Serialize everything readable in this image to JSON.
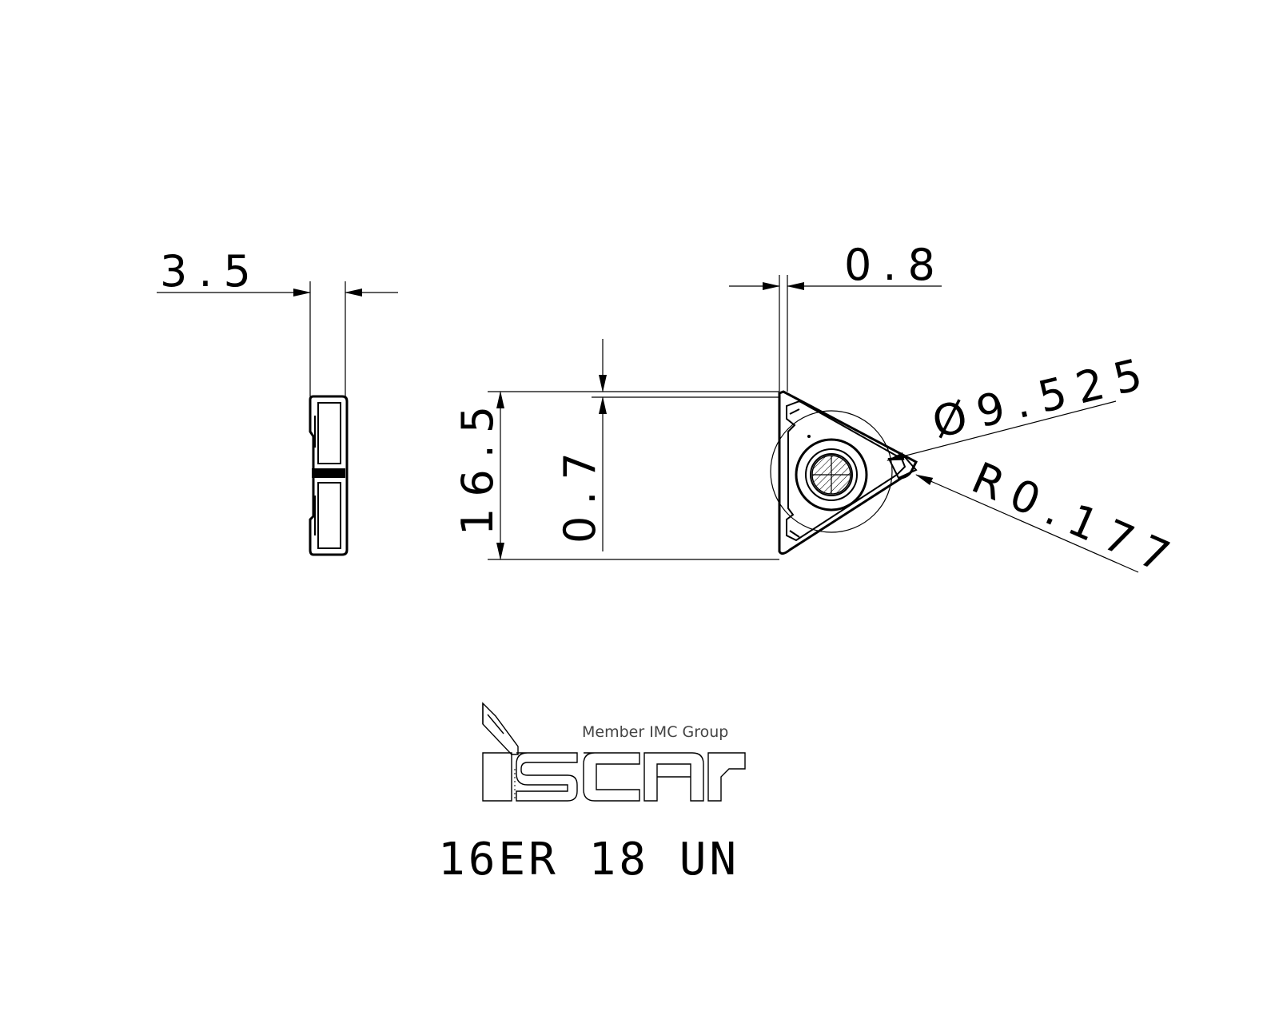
{
  "dimensions": {
    "thickness": "3.5",
    "offset": "0.8",
    "height": "16.5",
    "depth": "0.7",
    "inscribed_circle": "Ø9.525",
    "corner_radius": "R0.177"
  },
  "logo": {
    "brand": "iscar",
    "tagline": "Member IMC Group"
  },
  "part": {
    "designation": "16ER 18 UN"
  },
  "icons": [
    "iscar-logo-icon",
    "insert-side-view-icon",
    "insert-top-view-icon"
  ]
}
